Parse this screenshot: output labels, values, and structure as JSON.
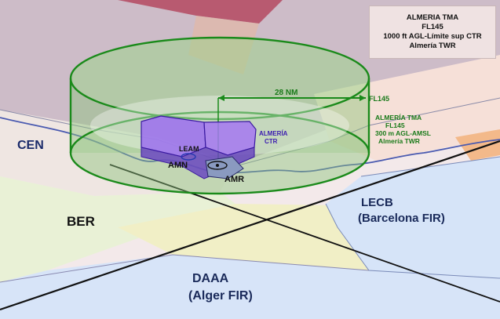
{
  "info_box": {
    "lines": [
      "ALMERIA TMA",
      "FL145",
      "1000 ft AGL-Límite sup CTR",
      "Almería TWR"
    ]
  },
  "labels": {
    "cen": "CEN",
    "ber": "BER",
    "lecb_code": "LECB",
    "lecb_name": "(Barcelona FIR)",
    "daaa_code": "DAAA",
    "daaa_name": "(Alger FIR)",
    "radius": "28 NM",
    "fl_top": "FL145",
    "tma_lines": [
      "ALMERÍA TMA",
      "FL145",
      "300 m AGL-AMSL",
      "Almería TWR"
    ],
    "ctr_lines": [
      "ALMERÍA",
      "CTR"
    ],
    "leam": "LEAM",
    "amn": "AMN",
    "amr": "AMR"
  },
  "colors": {
    "tma_green": "#1a8a1a",
    "ctr_purple": "#7a3ee0",
    "fir_blue": "#d6e4f8",
    "sector_pink": "#e8d6e0",
    "yellow_zone": "#f0f0c8",
    "label_blue": "#1a2a6a"
  }
}
